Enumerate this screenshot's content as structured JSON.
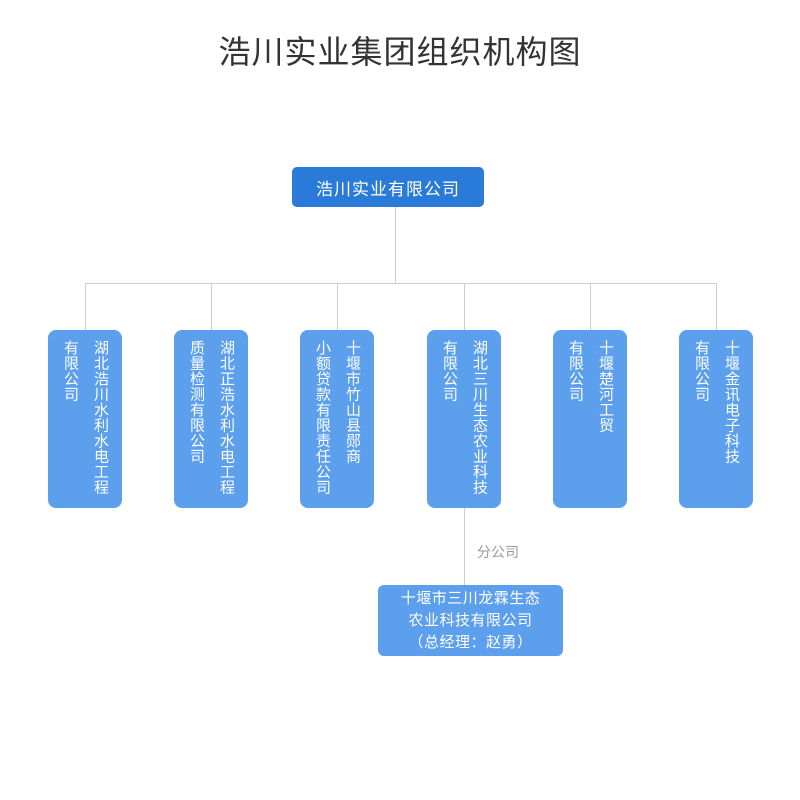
{
  "title": "浩川实业集团组织机构图",
  "colors": {
    "root_box": "#2a7bd9",
    "child_box": "#5c9fed",
    "connector": "#cccccc",
    "title_text": "#333333",
    "branch_label_text": "#999999",
    "box_text": "#ffffff"
  },
  "root": {
    "label": "浩川实业有限公司"
  },
  "children": [
    {
      "name": "湖北浩川水利水电工程有限公司",
      "lines": [
        "湖北浩川水利水电工程",
        "有限公司"
      ]
    },
    {
      "name": "湖北正浩水利水电工程质量检测有限公司",
      "lines": [
        "湖北正浩水利水电工程",
        "质量检测有限公司"
      ]
    },
    {
      "name": "十堰市竹山县郧商小额贷款有限责任公司",
      "lines": [
        "十堰市竹山县郧商",
        "小额贷款有限责任公司"
      ]
    },
    {
      "name": "湖北三川生态农业科技有限公司",
      "lines": [
        "湖北三川生态农业科技",
        "有限公司"
      ]
    },
    {
      "name": "十堰楚河工贸有限公司",
      "lines": [
        "十堰楚河工贸",
        "有限公司"
      ]
    },
    {
      "name": "十堰金讯电子科技有限公司",
      "lines": [
        "十堰金讯电子科技",
        "有限公司"
      ]
    }
  ],
  "branch": {
    "label": "分公司",
    "node": {
      "name": "十堰市三川龙霖生态农业科技有限公司（总经理：赵勇）",
      "lines": [
        "十堰市三川龙霖生态",
        "农业科技有限公司",
        "（总经理：赵勇）"
      ]
    }
  }
}
